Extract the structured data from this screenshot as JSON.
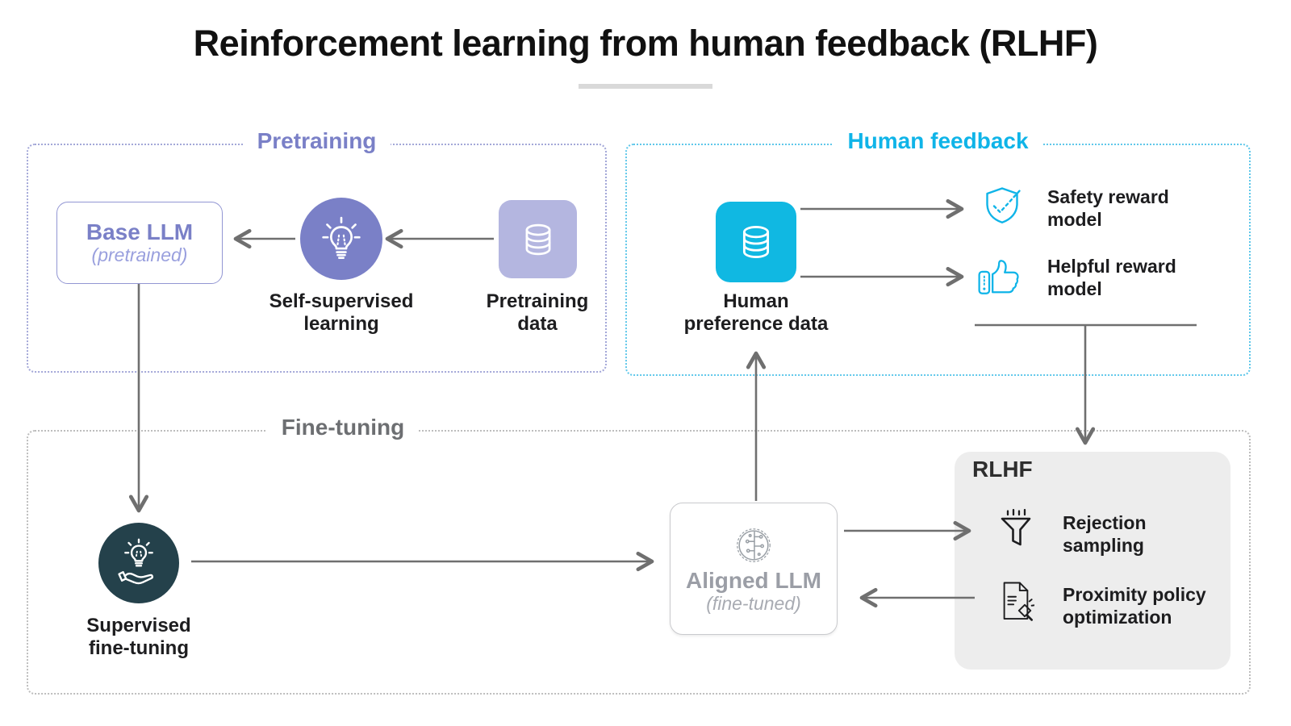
{
  "title": "Reinforcement learning from human feedback (RLHF)",
  "colors": {
    "purple": "#7a80c7",
    "purple-light": "#b4b6e0",
    "purple-border": "#9296d3",
    "purple-dotted": "#a3a7d8",
    "cyan": "#10b8e2",
    "cyan-label": "#0fb4e8",
    "cyan-border": "#5ec7ea",
    "dark-teal": "#24414b",
    "arrow": "#6f6f6f",
    "text": "#1d1d1f",
    "gray-label": "#6d6f72",
    "gray-dotted": "#bdbdbd",
    "panel": "#ededed",
    "aligned-text": "#9b9ea6",
    "underline": "#d9d9d9"
  },
  "pretraining": {
    "label": "Pretraining",
    "base_llm_title": "Base LLM",
    "base_llm_subtitle": "(pretrained)",
    "self_supervised_label": "Self-supervised\nlearning",
    "data_label": "Pretraining\ndata"
  },
  "human_feedback": {
    "label": "Human feedback",
    "data_label": "Human\npreference data",
    "safety_label": "Safety reward\nmodel",
    "helpful_label": "Helpful reward\nmodel"
  },
  "fine_tuning": {
    "label": "Fine-tuning",
    "sft_label": "Supervised\nfine-tuning",
    "aligned_llm_title": "Aligned LLM",
    "aligned_llm_subtitle": "(fine-tuned)",
    "rlhf": {
      "label": "RLHF",
      "rejection_label": "Rejection\nsampling",
      "ppo_label": "Proximity policy\noptimization"
    }
  },
  "icons": {
    "self_supervised": "lightbulb-icon",
    "pretraining_data": "database-icon",
    "human_preference_data": "database-icon",
    "safety_reward": "shield-check-icon",
    "helpful_reward": "thumbs-up-icon",
    "supervised_fine_tuning": "hand-lightbulb-icon",
    "aligned_llm": "circuit-brain-icon",
    "rejection_sampling": "funnel-icon",
    "ppo": "document-gavel-icon"
  }
}
